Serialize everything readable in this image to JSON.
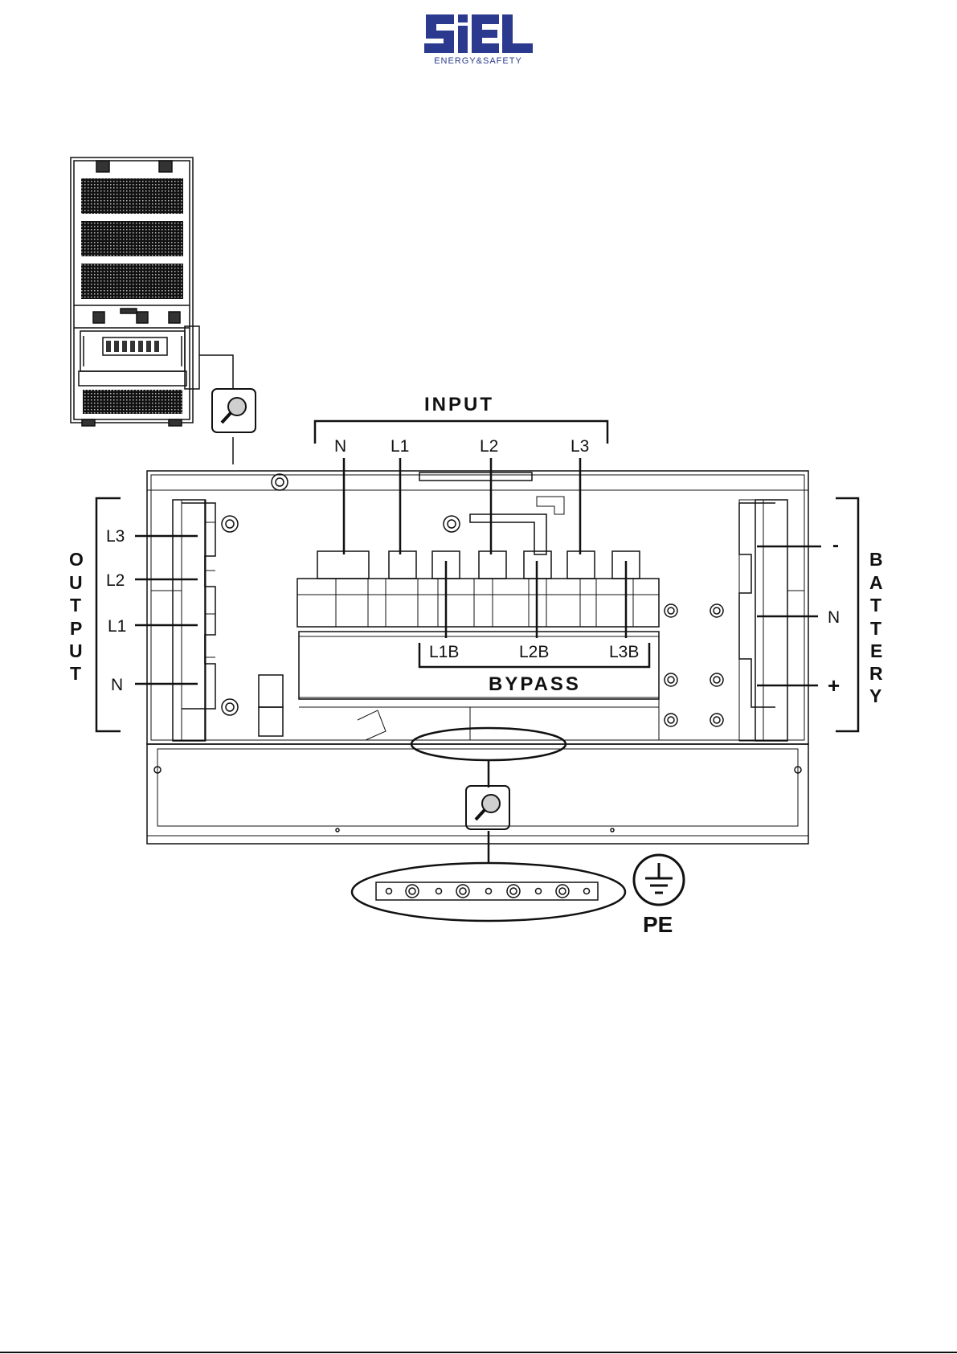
{
  "logo": {
    "brand": "SiEL",
    "tagline": "ENERGY&SAFETY",
    "brand_color": "#2b3a8f"
  },
  "diagram": {
    "input": {
      "title": "INPUT",
      "terminals": [
        "N",
        "L1",
        "L2",
        "L3"
      ]
    },
    "bypass": {
      "title": "BYPASS",
      "terminals": [
        "L1B",
        "L2B",
        "L3B"
      ]
    },
    "output": {
      "title": "OUTPUT",
      "letters": [
        "O",
        "U",
        "T",
        "P",
        "U",
        "T"
      ],
      "terminals": [
        "L3",
        "L2",
        "L1",
        "N"
      ]
    },
    "battery": {
      "title": "BATTERY",
      "letters": [
        "B",
        "A",
        "T",
        "T",
        "E",
        "R",
        "Y"
      ],
      "terminals": [
        "-",
        "N",
        "+"
      ]
    },
    "earth": {
      "label": "PE",
      "symbol": "earth-ground-icon"
    },
    "icons": [
      "magnifier-icon",
      "magnifier-icon"
    ]
  }
}
